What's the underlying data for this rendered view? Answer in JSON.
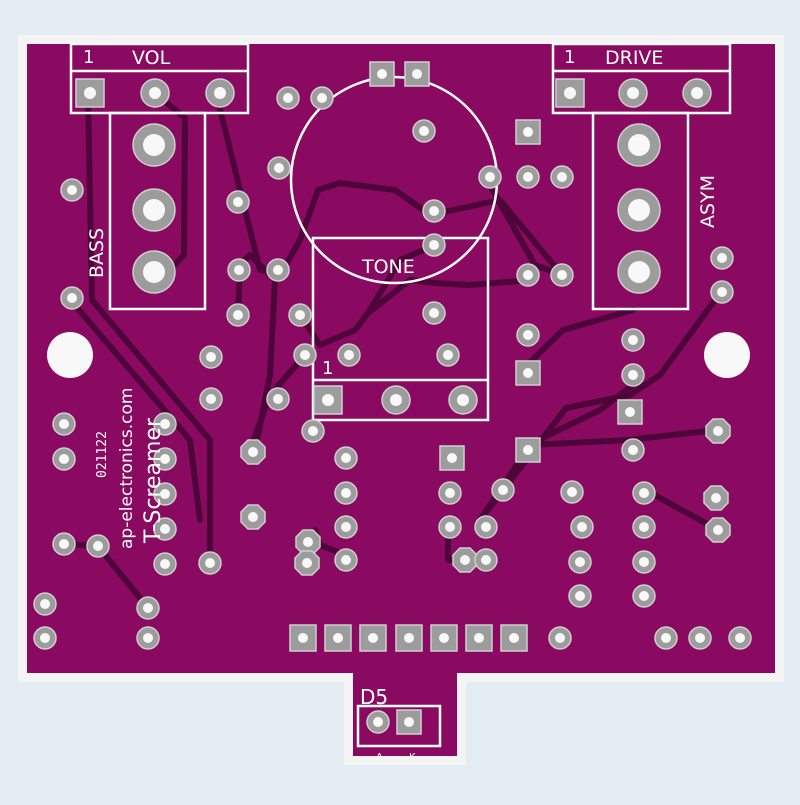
{
  "board": {
    "colors": {
      "background": "#e4ecf3",
      "outline": "#f4f4f4",
      "mask": "#8a0a62",
      "trace": "#4e063a",
      "silk": "#ffffff",
      "pad": "#9c9c9c",
      "pad_edge": "#cfcfcf",
      "hole": "#f8f8f8"
    }
  },
  "labels": {
    "vol": "VOL",
    "vol_pin": "1",
    "drive": "DRIVE",
    "drive_pin": "1",
    "tone": "TONE",
    "tone_pin": "1",
    "bass": "BASS",
    "asym": "ASYM",
    "title": "T-Screamer",
    "website": "ap-electronics.com",
    "date_code": "021122",
    "led": "D5",
    "anode": "A",
    "cathode": "K"
  }
}
